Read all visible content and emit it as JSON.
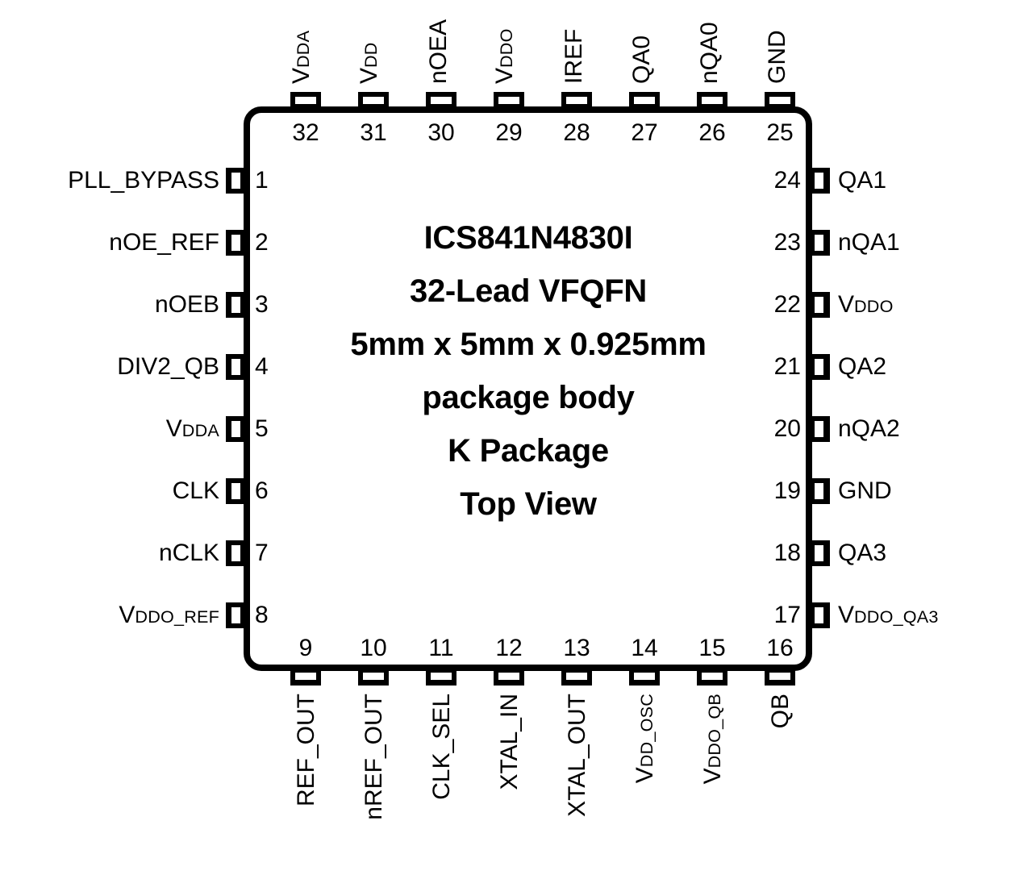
{
  "diagram": {
    "kind": "ic-pinout-diagram",
    "package_outline_color": "#000000",
    "background_color": "#ffffff",
    "text_color": "#000000"
  },
  "center": {
    "lines": [
      "ICS841N4830I",
      "32-Lead VFQFN",
      "5mm x 5mm x 0.925mm",
      "package body",
      "K Package",
      "Top View"
    ]
  },
  "pins": {
    "left": [
      {
        "number": "1",
        "label": "PLL_BYPASS",
        "base": "PLL_BYPASS",
        "sub": ""
      },
      {
        "number": "2",
        "label": "nOE_REF",
        "base": "nOE_REF",
        "sub": ""
      },
      {
        "number": "3",
        "label": "nOEB",
        "base": "nOEB",
        "sub": ""
      },
      {
        "number": "4",
        "label": "DIV2_QB",
        "base": "DIV2_QB",
        "sub": ""
      },
      {
        "number": "5",
        "label": "VDDA",
        "base": "V",
        "sub": "DDA"
      },
      {
        "number": "6",
        "label": "CLK",
        "base": "CLK",
        "sub": ""
      },
      {
        "number": "7",
        "label": "nCLK",
        "base": "nCLK",
        "sub": ""
      },
      {
        "number": "8",
        "label": "VDDO_REF",
        "base": "V",
        "sub": "DDO_REF"
      }
    ],
    "bottom": [
      {
        "number": "9",
        "label": "REF_OUT",
        "base": "REF_OUT",
        "sub": ""
      },
      {
        "number": "10",
        "label": "nREF_OUT",
        "base": "nREF_OUT",
        "sub": ""
      },
      {
        "number": "11",
        "label": "CLK_SEL",
        "base": "CLK_SEL",
        "sub": ""
      },
      {
        "number": "12",
        "label": "XTAL_IN",
        "base": "XTAL_IN",
        "sub": ""
      },
      {
        "number": "13",
        "label": "XTAL_OUT",
        "base": "XTAL_OUT",
        "sub": ""
      },
      {
        "number": "14",
        "label": "VDD_OSC",
        "base": "V",
        "sub": "DD_OSC"
      },
      {
        "number": "15",
        "label": "VDDO_QB",
        "base": "V",
        "sub": "DDO_QB"
      },
      {
        "number": "16",
        "label": "QB",
        "base": "QB",
        "sub": ""
      }
    ],
    "right": [
      {
        "number": "17",
        "label": "VDDO_QA3",
        "base": "V",
        "sub": "DDO_QA3"
      },
      {
        "number": "18",
        "label": "QA3",
        "base": "QA3",
        "sub": ""
      },
      {
        "number": "19",
        "label": "GND",
        "base": "GND",
        "sub": ""
      },
      {
        "number": "20",
        "label": "nQA2",
        "base": "nQA2",
        "sub": ""
      },
      {
        "number": "21",
        "label": "QA2",
        "base": "QA2",
        "sub": ""
      },
      {
        "number": "22",
        "label": "VDDO",
        "base": "V",
        "sub": "DDO"
      },
      {
        "number": "23",
        "label": "nQA1",
        "base": "nQA1",
        "sub": ""
      },
      {
        "number": "24",
        "label": "QA1",
        "base": "QA1",
        "sub": ""
      }
    ],
    "top": [
      {
        "number": "25",
        "label": "GND",
        "base": "GND",
        "sub": ""
      },
      {
        "number": "26",
        "label": "nQA0",
        "base": "nQA0",
        "sub": ""
      },
      {
        "number": "27",
        "label": "QA0",
        "base": "QA0",
        "sub": ""
      },
      {
        "number": "28",
        "label": "IREF",
        "base": "IREF",
        "sub": ""
      },
      {
        "number": "29",
        "label": "VDDO",
        "base": "V",
        "sub": "DDO"
      },
      {
        "number": "30",
        "label": "nOEA",
        "base": "nOEA",
        "sub": ""
      },
      {
        "number": "31",
        "label": "VDD",
        "base": "V",
        "sub": "DD"
      },
      {
        "number": "32",
        "label": "VDDA",
        "base": "V",
        "sub": "DDA"
      }
    ]
  }
}
